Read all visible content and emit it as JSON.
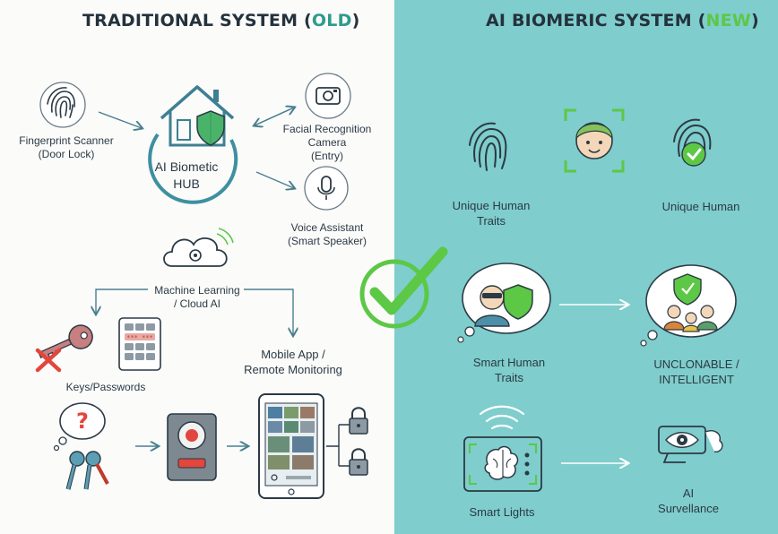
{
  "left_title": {
    "main": "TRADITIONAL SYSTEM (",
    "accent": "OLD",
    "end": ")"
  },
  "right_title": {
    "main": "AI BIOMERIC SYSTEM (",
    "accent": "NEW",
    "end": ")"
  },
  "hub": {
    "line1": "AI Biometic",
    "line2": "HUB"
  },
  "labels": {
    "fingerprint_scanner": "Fingerprint Scanner\n(Door Lock)",
    "facial_camera": "Facial Recognition\nCamera\n(Entry)",
    "voice_assistant": "Voice Assistant\n(Smart Speaker)",
    "machine_learning": "Machine Learning\n/ Cloud AI",
    "keys_passwords": "Keys/Passwords",
    "mobile_app": "Mobile App /\nRemote Monitoring",
    "unique_traits": "Unique Human\nTraits",
    "unique_human": "Unique Human",
    "smart_traits": "Smart Human\nTraits",
    "unclonable": "UNCLONABLE /\nINTELLIGENT",
    "smart_lights": "Smart Lights",
    "ai_surveillance": "AI\nSurvellance"
  },
  "keypad_text": "*** ***",
  "colors": {
    "teal": "#2f8f8a",
    "green": "#5cc845",
    "red": "#e2463c",
    "dark": "#2b3a44",
    "right_bg": "#7fcdcd"
  },
  "icons": [
    "fingerprint-icon",
    "house-shield-icon",
    "camera-icon",
    "microphone-icon",
    "cloud-gear-icon",
    "key-icon",
    "keypad-icon",
    "question-bubble-icon",
    "door-lock-device-icon",
    "tablet-icon",
    "padlock-icon",
    "face-scan-icon",
    "fingerprint-check-icon",
    "checkmark-icon",
    "person-shield-icon",
    "family-shield-icon",
    "brain-chip-icon",
    "eye-camera-icon",
    "wifi-icon"
  ]
}
